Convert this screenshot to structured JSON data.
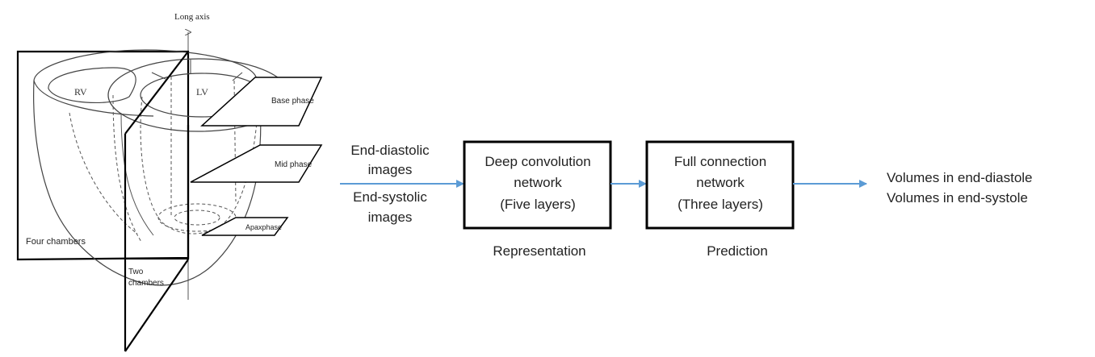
{
  "heart": {
    "long_axis": "Long axis",
    "rv": "RV",
    "lv": "LV",
    "base_phase": "Base  phase",
    "mid_phase": "Mid phase",
    "apex_phase": "Apaxphase",
    "four_chambers": "Four chambers",
    "two_chambers_line1": "Two",
    "two_chambers_line2": "chambers"
  },
  "pipeline": {
    "inputs": {
      "diastolic_line1": "End-diastolic",
      "diastolic_line2": "images",
      "systolic_line1": "End-systolic",
      "systolic_line2": "images"
    },
    "cnn": {
      "line1": "Deep convolution",
      "line2": "network",
      "line3": "(Five layers)",
      "caption": "Representation"
    },
    "fc": {
      "line1": "Full connection",
      "line2": "network",
      "line3": "(Three layers)",
      "caption": "Prediction"
    },
    "outputs": {
      "line1": "Volumes in end-diastole",
      "line2": "Volumes in end-systole"
    }
  },
  "colors": {
    "arrow": "#5b9bd5",
    "stroke": "#000000",
    "text": "#222222"
  }
}
